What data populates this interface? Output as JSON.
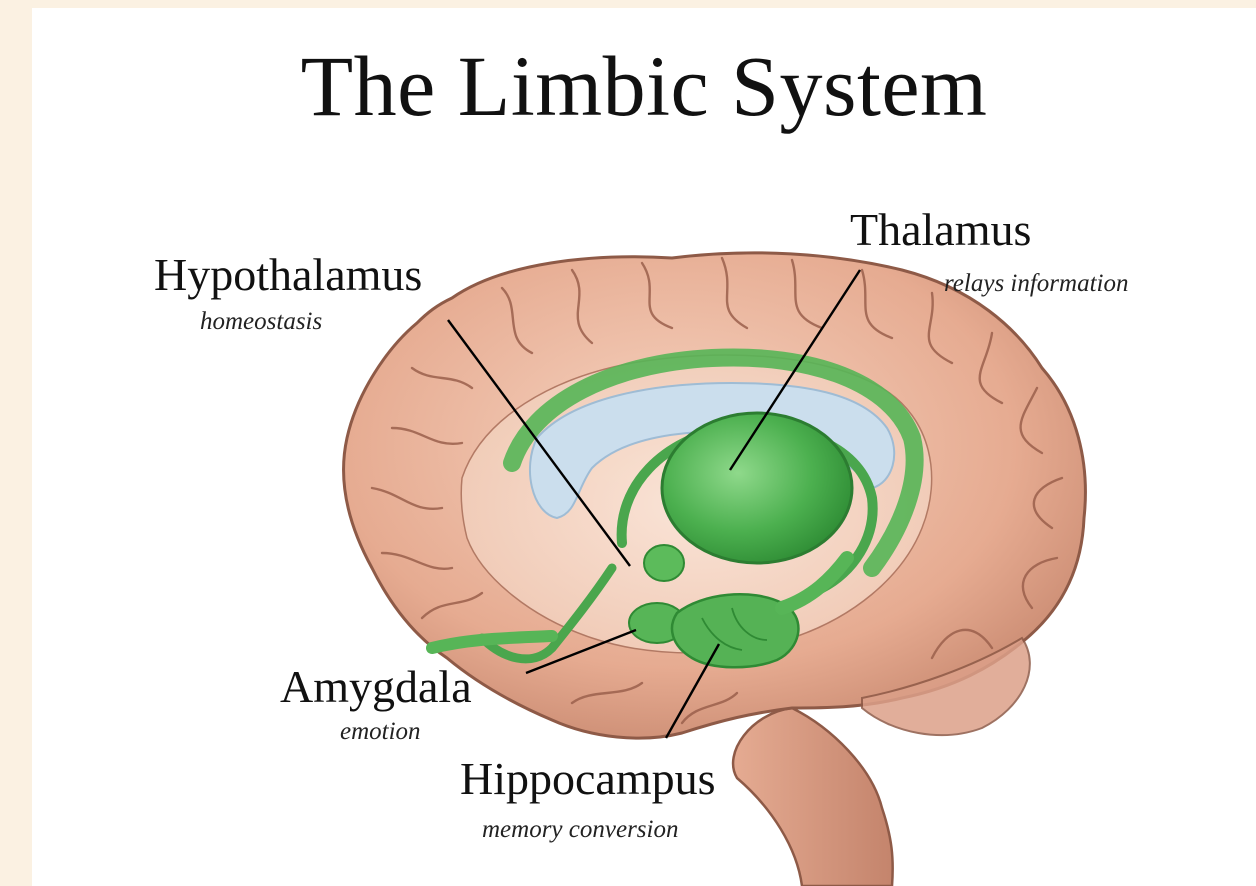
{
  "title": "The Limbic System",
  "colors": {
    "page_border": "#fbf1e2",
    "background": "#ffffff",
    "brain": "#e9b49c",
    "brain_shadow": "#a76a55",
    "limbic": "#57b557",
    "ventricle": "#c9dff0"
  },
  "labels": {
    "hypothalamus": {
      "name": "Hypothalamus",
      "function": "homeostasis"
    },
    "thalamus": {
      "name": "Thalamus",
      "function": "relays information"
    },
    "amygdala": {
      "name": "Amygdala",
      "function": "emotion"
    },
    "hippocampus": {
      "name": "Hippocampus",
      "function": "memory conversion"
    }
  }
}
